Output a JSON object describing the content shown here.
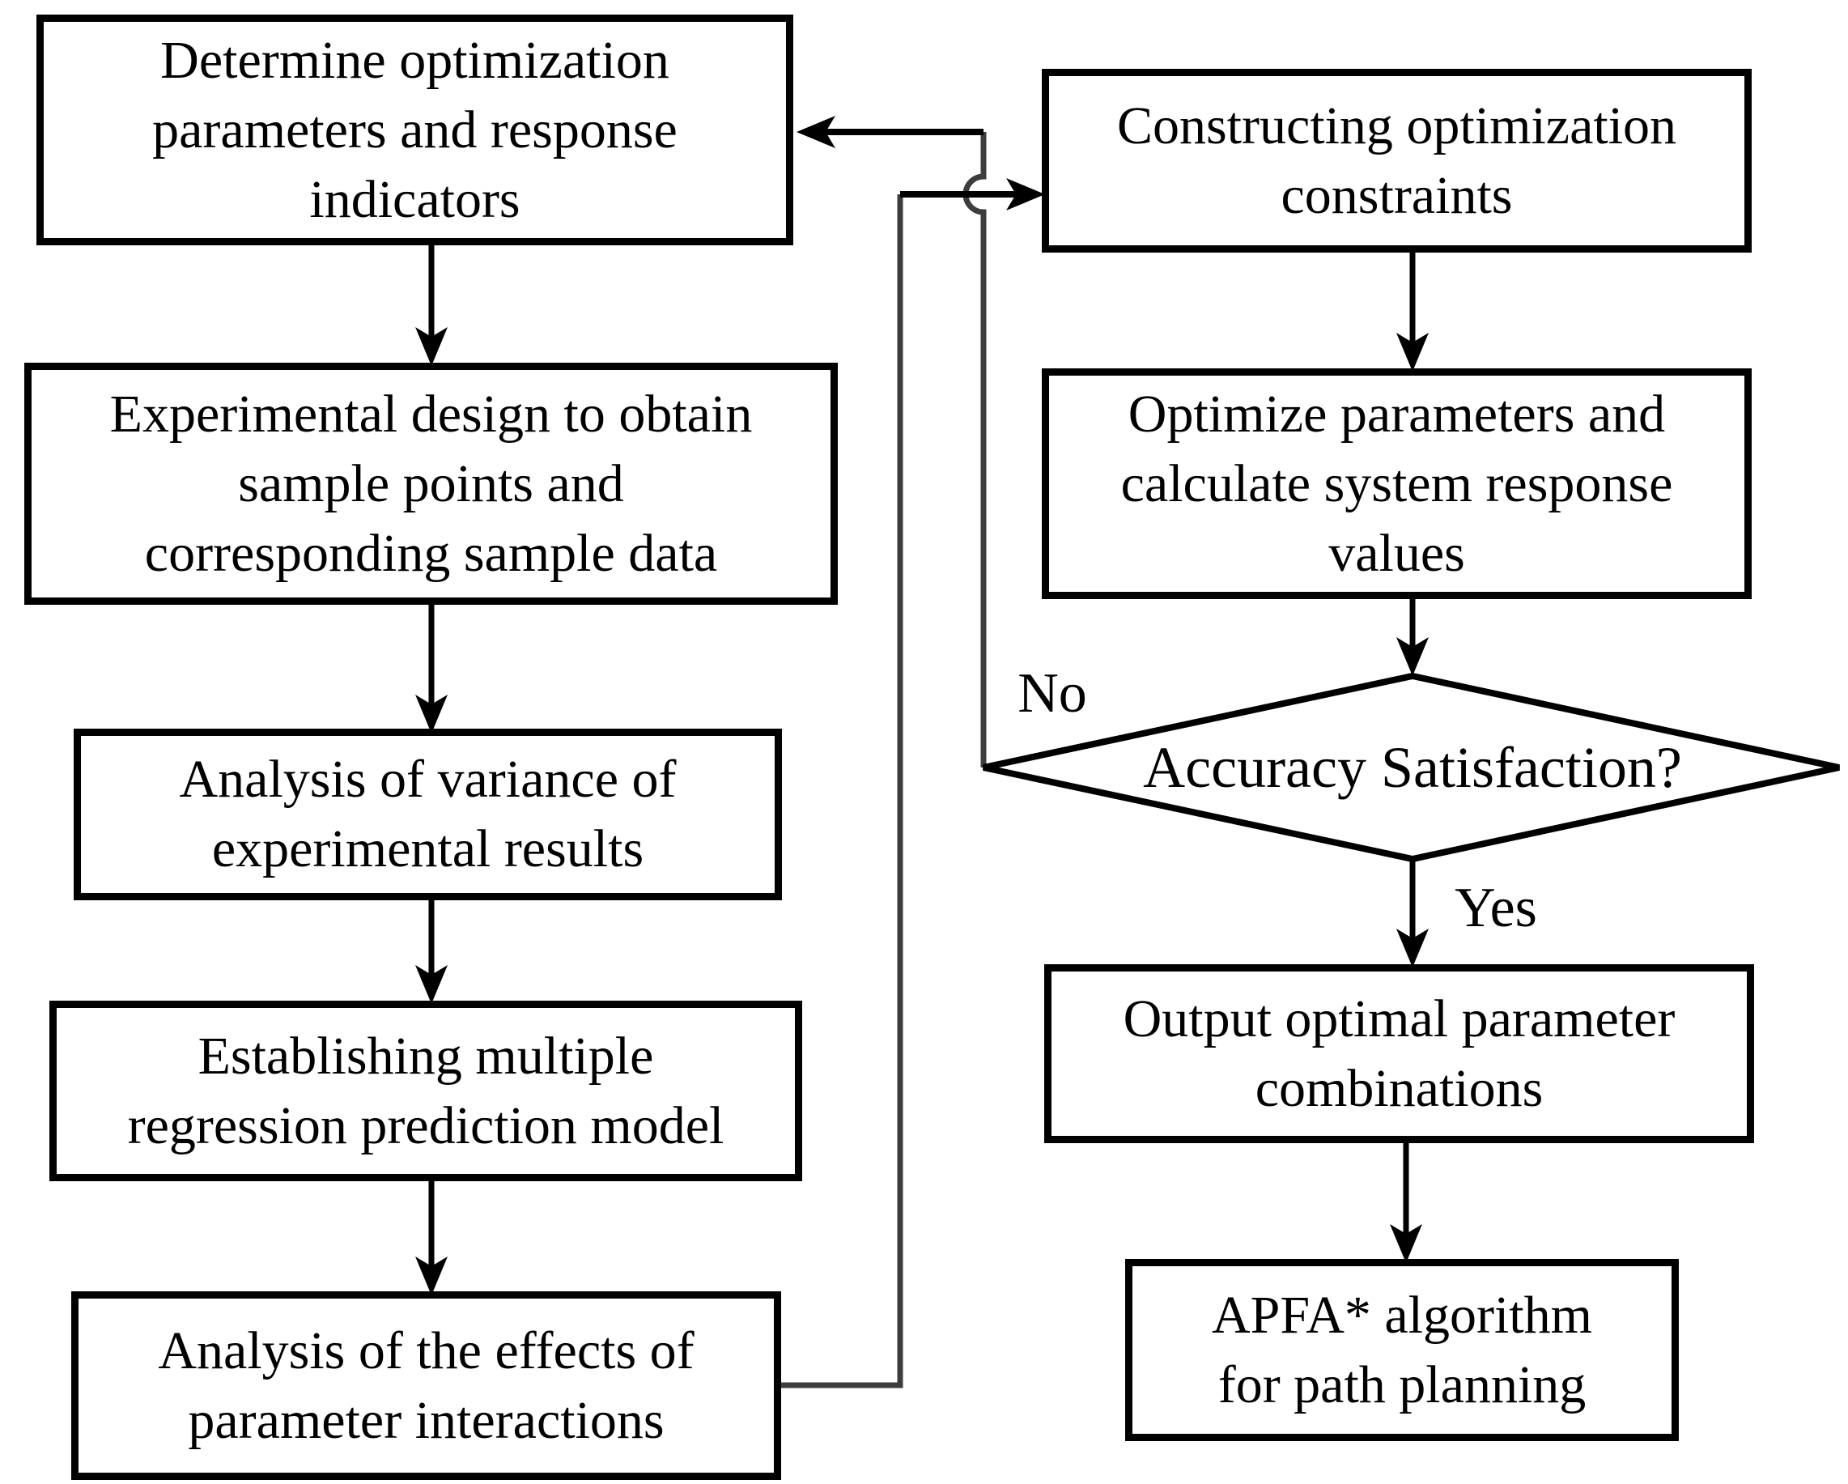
{
  "figure": {
    "background": "#ffffff",
    "box_border_color": "#000000",
    "arrow_color": "#000000",
    "connector_color": "#3d3d3d",
    "nodes": {
      "determine": {
        "lines": [
          "Determine optimization",
          "parameters and response",
          "indicators"
        ]
      },
      "experimental_design": {
        "lines": [
          "Experimental design to obtain",
          "sample points and",
          "corresponding sample data"
        ]
      },
      "variance_analysis": {
        "lines": [
          "Analysis of variance of",
          "experimental results"
        ]
      },
      "regression_model": {
        "lines": [
          "Establishing multiple",
          "regression prediction model"
        ]
      },
      "interaction_analysis": {
        "lines": [
          "Analysis of the effects of",
          "parameter interactions"
        ]
      },
      "constraints": {
        "lines": [
          "Constructing optimization",
          "constraints"
        ]
      },
      "optimize": {
        "lines": [
          "Optimize parameters and",
          "calculate system response",
          "values"
        ]
      },
      "accuracy_decision": {
        "label": "Accuracy Satisfaction?"
      },
      "output": {
        "lines": [
          "Output optimal parameter",
          "combinations"
        ]
      },
      "apfa": {
        "lines": [
          "APFA* algorithm",
          "for path planning"
        ]
      }
    },
    "branch_labels": {
      "no": "No",
      "yes": "Yes"
    }
  }
}
